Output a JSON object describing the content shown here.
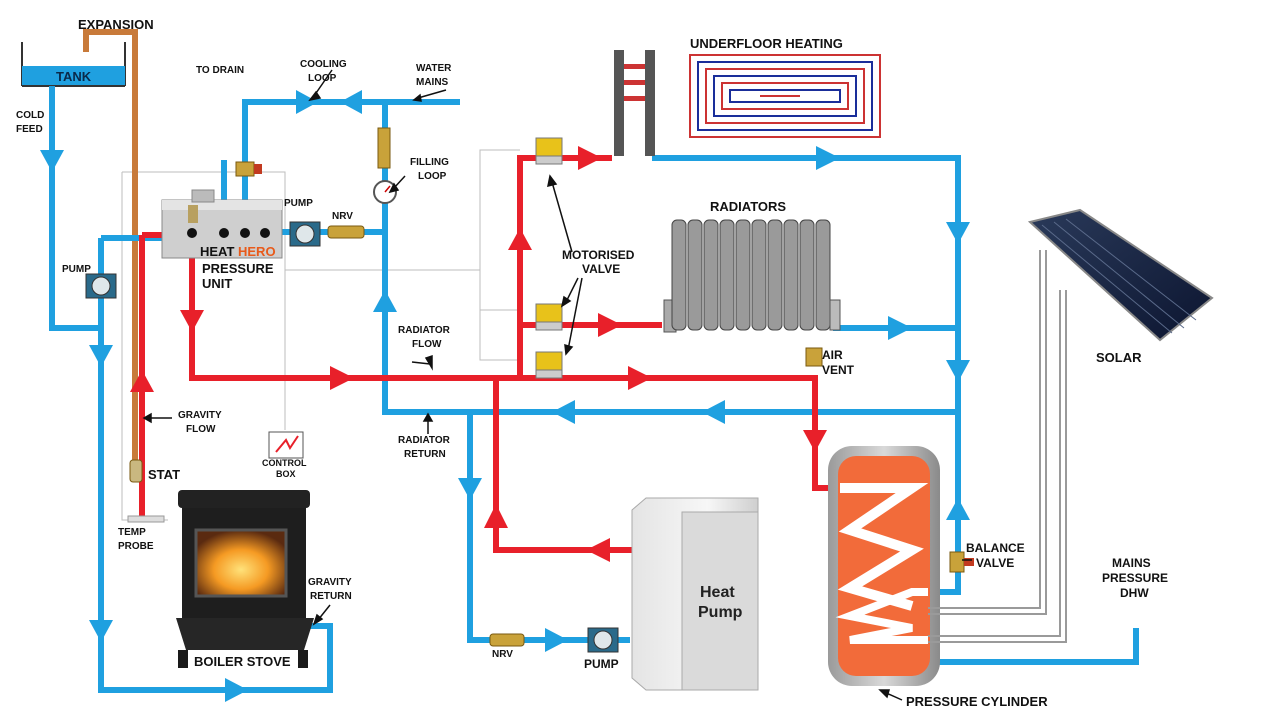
{
  "labels": {
    "expansion": "EXPANSION",
    "tank": "TANK",
    "cold_feed_1": "COLD",
    "cold_feed_2": "FEED",
    "to_drain": "TO DRAIN",
    "cooling_loop_1": "COOLING",
    "cooling_loop_2": "LOOP",
    "water_mains_1": "WATER",
    "water_mains_2": "MAINS",
    "filling_loop_1": "FILLING",
    "filling_loop_2": "LOOP",
    "underfloor_heating": "UNDERFLOOR HEATING",
    "pump_top": "PUMP",
    "nrv_top": "NRV",
    "heat_hero_1": "HEAT",
    "heat_hero_2": "HERO",
    "pressure_unit_1": "PRESSURE",
    "pressure_unit_2": "UNIT",
    "pump_left": "PUMP",
    "radiators": "RADIATORS",
    "motorised_valve_1": "MOTORISED",
    "motorised_valve_2": "VALVE",
    "radiator_flow_1": "RADIATOR",
    "radiator_flow_2": "FLOW",
    "air_vent_1": "AIR",
    "air_vent_2": "VENT",
    "solar": "SOLAR",
    "gravity_flow_1": "GRAVITY",
    "gravity_flow_2": "FLOW",
    "control_box_1": "CONTROL",
    "control_box_2": "BOX",
    "radiator_return_1": "RADIATOR",
    "radiator_return_2": "RETURN",
    "stat": "STAT",
    "temp_probe_1": "TEMP",
    "temp_probe_2": "PROBE",
    "gravity_return_1": "GRAVITY",
    "gravity_return_2": "RETURN",
    "boiler_stove": "BOILER STOVE",
    "heat_pump_1": "Heat",
    "heat_pump_2": "Pump",
    "nrv_bottom": "NRV",
    "pump_bottom": "PUMP",
    "balance_valve_1": "BALANCE",
    "balance_valve_2": "VALVE",
    "mains_pressure_1": "MAINS",
    "mains_pressure_2": "PRESSURE",
    "mains_pressure_3": "DHW",
    "pressure_cylinder": "PRESSURE CYLINDER"
  },
  "colors": {
    "flow_pipe": "#e8202a",
    "return_pipe": "#1fa0e0",
    "expansion_pipe": "#c87a3a",
    "cylinder": "#f26b3a",
    "hero_accent": "#e85a1a"
  }
}
